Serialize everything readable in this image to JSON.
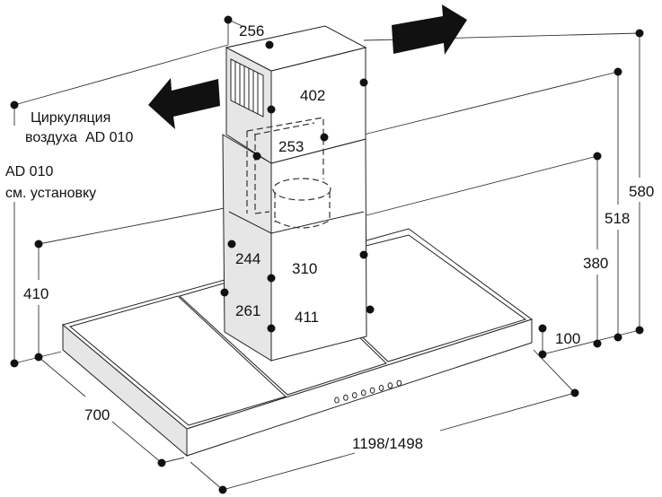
{
  "annotations": {
    "circulation_line1": "Циркуляция",
    "circulation_line2": "воздуха  AD 010",
    "ad_line1": "AD 010",
    "ad_line2": "см. установку"
  },
  "dimensions": {
    "top_depth": "256",
    "upper_chimney_width": "402",
    "inner_duct": "253",
    "lower_depth_1": "244",
    "lower_width_1": "310",
    "lower_depth_2": "261",
    "lower_width_2": "411",
    "height_left": "410",
    "height_max": "580",
    "height_mid": "518",
    "height_min": "380",
    "hood_thickness": "100",
    "depth": "700",
    "width": "1198/1498"
  },
  "colors": {
    "line": "#222222",
    "side_fill": "#e6e6e6",
    "arrow": "#111111"
  }
}
